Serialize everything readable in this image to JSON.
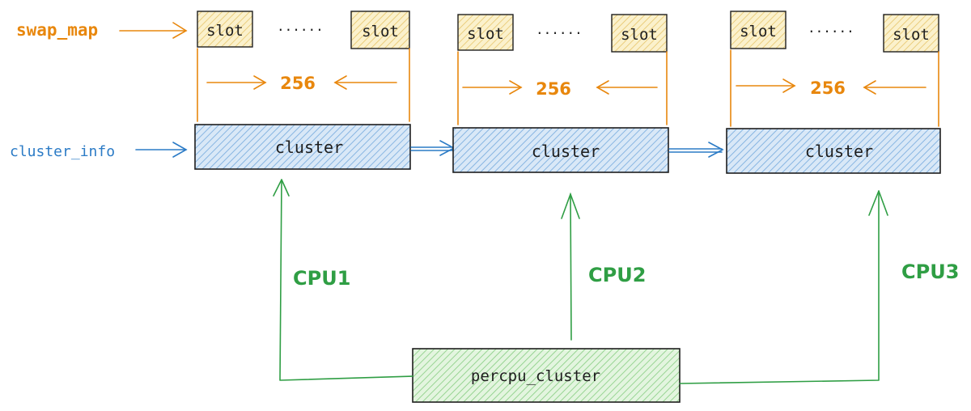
{
  "labels": {
    "swap_map": "swap_map",
    "cluster_info": "cluster_info",
    "percpu_cluster": "percpu_cluster",
    "dots": "......"
  },
  "groups": [
    {
      "slot_left": "slot",
      "slot_right": "slot",
      "count": "256",
      "cluster": "cluster",
      "cpu": "CPU1"
    },
    {
      "slot_left": "slot",
      "slot_right": "slot",
      "count": "256",
      "cluster": "cluster",
      "cpu": "CPU2"
    },
    {
      "slot_left": "slot",
      "slot_right": "slot",
      "count": "256",
      "cluster": "cluster",
      "cpu": "CPU3"
    }
  ],
  "colors": {
    "orange": "#e8870d",
    "blue": "#2b7bc6",
    "green": "#2f9e44",
    "slot_fill": "#f7e7a8",
    "cluster_fill": "#a8c8ea",
    "percpu_fill": "#bfe6b8",
    "ink": "#1e1e1e"
  }
}
